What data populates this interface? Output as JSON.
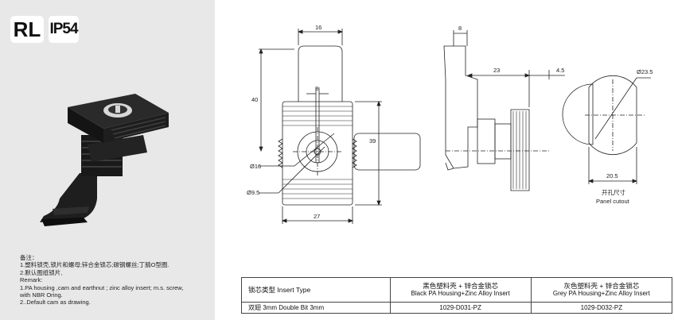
{
  "badges": {
    "model": "RL",
    "rating": "IP54"
  },
  "notes": {
    "title": "备注：",
    "lines_cn": [
      "1.塑料锁壳,锁片和螺母;锌合金锁芯;碳钢螺丝;丁腈O型圈.",
      "2.默认图纸锁片,"
    ],
    "remark_title": "Remark:",
    "lines_en": [
      "1.PA housing ,cam and earthnut ; zinc alloy insert; m.s. screw,",
      "with NBR Oring.",
      "2..Default cam as drawing."
    ]
  },
  "dimensions": {
    "front_width_top": "16",
    "front_height_top": "40",
    "front_slot": "3",
    "front_body_height": "39",
    "front_dia_16": "Ø16",
    "front_dia_9_5": "Ø9.5",
    "front_body_width": "27",
    "side_thickness": "8",
    "side_length": "23",
    "side_nut": "4.5",
    "cutout_dia": "Ø23.5",
    "cutout_flat": "20.5"
  },
  "cutout_label": {
    "cn": "开孔尺寸",
    "en": "Panel cutout"
  },
  "table": {
    "headers": [
      {
        "cn": "锁芯类型 Insert Type",
        "en": ""
      },
      {
        "cn": "黑色塑料壳 + 锌合金锁芯",
        "en": "Black PA Housing+Zinc Alloy Insert"
      },
      {
        "cn": "灰色塑料壳 + 锌合金锁芯",
        "en": "Grey PA Housing+Zinc Alloy Insert"
      }
    ],
    "rows": [
      [
        "双翅 3mm Double Bit 3mm",
        "1029-D031-PZ",
        "1029-D032-PZ"
      ]
    ]
  },
  "colors": {
    "panel_bg": "#e8e8e8",
    "line": "#222222",
    "product": "#1b1b1b"
  }
}
